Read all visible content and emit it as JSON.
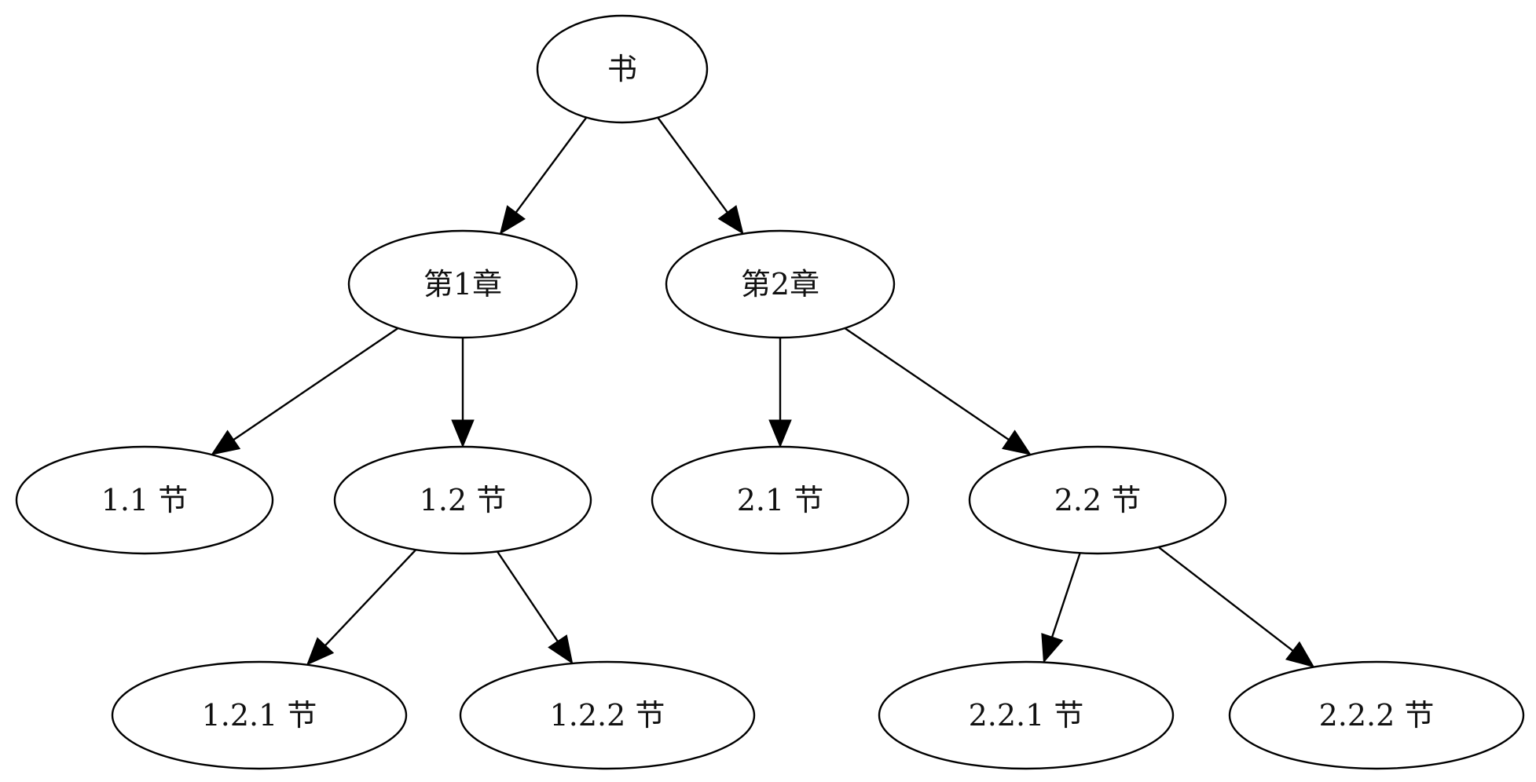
{
  "diagram": {
    "nodes": [
      {
        "id": "book",
        "label": "书"
      },
      {
        "id": "ch1",
        "label": "第1章"
      },
      {
        "id": "ch2",
        "label": "第2章"
      },
      {
        "id": "s11",
        "label": "1.1 节"
      },
      {
        "id": "s12",
        "label": "1.2 节"
      },
      {
        "id": "s21",
        "label": "2.1 节"
      },
      {
        "id": "s22",
        "label": "2.2 节"
      },
      {
        "id": "s121",
        "label": "1.2.1 节"
      },
      {
        "id": "s122",
        "label": "1.2.2 节"
      },
      {
        "id": "s221",
        "label": "2.2.1 节"
      },
      {
        "id": "s222",
        "label": "2.2.2 节"
      }
    ],
    "edges": [
      {
        "from": "book",
        "to": "ch1"
      },
      {
        "from": "book",
        "to": "ch2"
      },
      {
        "from": "ch1",
        "to": "s11"
      },
      {
        "from": "ch1",
        "to": "s12"
      },
      {
        "from": "ch2",
        "to": "s21"
      },
      {
        "from": "ch2",
        "to": "s22"
      },
      {
        "from": "s12",
        "to": "s121"
      },
      {
        "from": "s12",
        "to": "s122"
      },
      {
        "from": "s22",
        "to": "s221"
      },
      {
        "from": "s22",
        "to": "s222"
      }
    ]
  }
}
